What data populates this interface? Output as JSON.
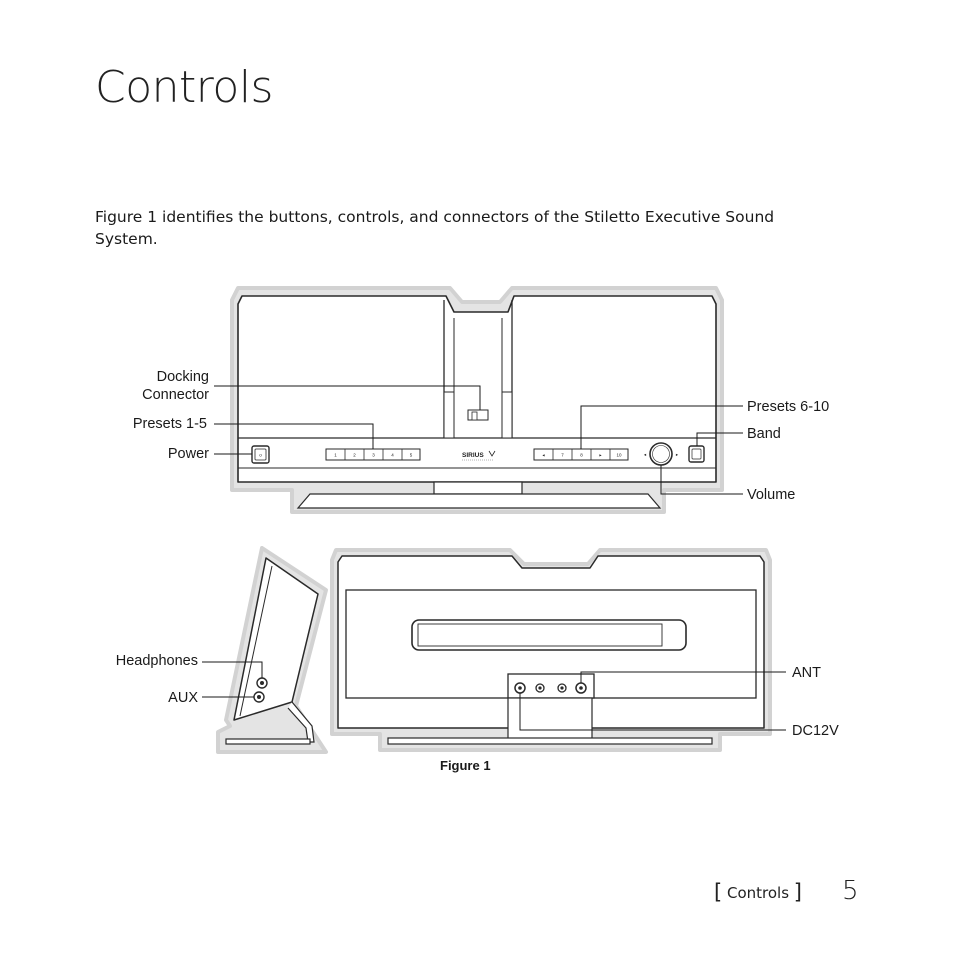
{
  "page": {
    "title": "Controls",
    "intro": "Figure 1 identifies the buttons, controls, and connectors of the Stiletto Executive Sound System.",
    "figure_caption": "Figure 1",
    "footer_section": "Controls",
    "page_number": "5"
  },
  "figure": {
    "front_labels": {
      "docking_line1": "Docking",
      "docking_line2": "Connector",
      "presets_1_5": "Presets 1-5",
      "power": "Power",
      "presets_6_10": "Presets 6-10",
      "band": "Band",
      "volume": "Volume"
    },
    "rear_labels": {
      "headphones": "Headphones",
      "aux": "AUX",
      "ant": "ANT",
      "dc12v": "DC12V"
    },
    "buttons_left": [
      "1",
      "2",
      "3",
      "4",
      "5"
    ],
    "buttons_right": [
      "◂",
      "7",
      "8",
      "▸",
      "10"
    ],
    "brand": "SIRIUS"
  }
}
